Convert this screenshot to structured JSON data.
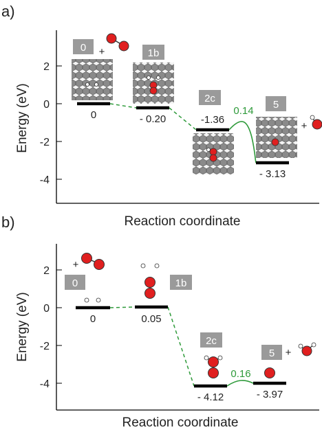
{
  "colors": {
    "level": "#000000",
    "connector": "#2e9a3a",
    "barrier_text": "#2e9a3a",
    "label_box": "#9a9a9a",
    "oxygen": "#e01f1f",
    "graphene": "#8a8a8a"
  },
  "panels": [
    {
      "id": "a",
      "panel_label": "a)",
      "xlabel": "Reaction coordinate",
      "ylabel": "Energy (eV)",
      "yticks": [
        "2",
        "0",
        "-2",
        "-4"
      ],
      "plus": [
        "+",
        "+"
      ],
      "states": [
        {
          "label": "0",
          "energy": 0,
          "value_text": "0"
        },
        {
          "label": "1b",
          "energy": -0.2,
          "value_text": "- 0.20"
        },
        {
          "label": "2c",
          "energy": -1.36,
          "value_text": "-1.36"
        },
        {
          "label": "5",
          "energy": -3.13,
          "value_text": "- 3.13"
        }
      ],
      "barrier": {
        "value_text": "0.14",
        "from": "2c",
        "to": "5"
      }
    },
    {
      "id": "b",
      "panel_label": "b)",
      "xlabel": "Reaction coordinate",
      "ylabel": "Energy (eV)",
      "yticks": [
        "2",
        "0",
        "-2",
        "-4"
      ],
      "plus": [
        "+",
        "+"
      ],
      "states": [
        {
          "label": "0",
          "energy": 0,
          "value_text": "0"
        },
        {
          "label": "1b",
          "energy": 0.05,
          "value_text": "0.05"
        },
        {
          "label": "2c",
          "energy": -4.12,
          "value_text": "- 4.12"
        },
        {
          "label": "5",
          "energy": -3.97,
          "value_text": "- 3.97"
        }
      ],
      "barrier": {
        "value_text": "0.16",
        "from": "2c",
        "to": "5"
      }
    }
  ]
}
